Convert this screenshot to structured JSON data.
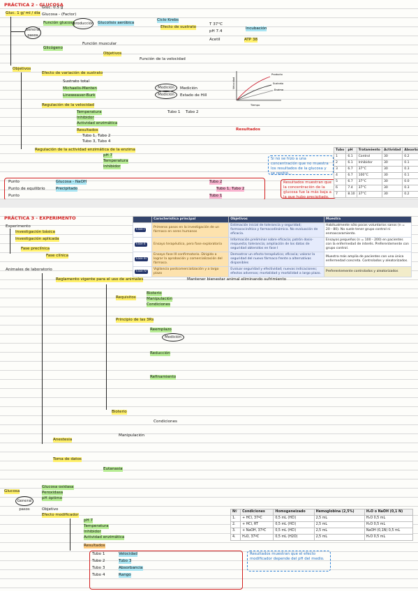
{
  "page1": {
    "heading": "PRÁCTICA 2 - GLUCOSA",
    "oval_general": "General pasos",
    "oval_prod": "producción",
    "items": [
      "Gluc. 1 g/ ml / día",
      "Gluc. 0.5 g",
      "Glucosa - (Factor)",
      "Función glucosa",
      "Glucolisis aeróbica",
      "Ciclo Krebs",
      "Glicógeno",
      "Función muscular",
      "Objetivos",
      "Efecto de variación de sustrato",
      "Regulación de la velocidad",
      "Regulación de la actividad enzimática de la enzima"
    ],
    "notes": [
      "T 37°C",
      "pH 7.4",
      "Incubación",
      "Acetil",
      "ATP 38",
      "Efecto de sustrato",
      "Medición",
      "Resultados",
      "Estado de Hill",
      "Michaelis-Menten",
      "Lineweaver-Burk",
      "Sustrato total",
      "Tubo 1",
      "Tubo 2",
      "Tubo 3",
      "Tubo 4",
      "pH 7",
      "Temperatura",
      "Inhibidor",
      "Actividad enzimática",
      "Velocidad",
      "Punto de equilibrio",
      "Punto",
      "Glucosa - NaOH",
      "Precipitado",
      "Tubo 1, Tubo 2",
      "Tubo 3, Tubo 4",
      "Tubo 2",
      "Tubo 1",
      "Tubo 3",
      "Absorbancia",
      "Función de la velocidad",
      "Rango"
    ],
    "redbox_text": "Resultados",
    "bluebox_text": "Si no se hizo a una concentración que no muestra los resultados de la glucosa y se repitió...",
    "bluebox2_text": "Resultados muestran que la concentración de la glucosa fue la más baja a la que hubo precipitado.",
    "side_red": "Resultados",
    "graph": {
      "y_label": "Velocidad",
      "x_label": "Tiempo",
      "series": [
        "Producto",
        "Sustrato",
        "Enzima"
      ]
    },
    "table_headers": [
      "Tubo",
      "pH",
      "Tratamiento",
      "Actividad",
      "Absorbancia"
    ],
    "table_rows": [
      [
        "1",
        "6.1",
        "Control",
        "30",
        "0.2"
      ],
      [
        "2",
        "6.1",
        "Inhibidor",
        "30",
        "0.1"
      ],
      [
        "3",
        "6.7",
        "37°C",
        "30",
        "0.3"
      ],
      [
        "4",
        "6.7",
        "100°C",
        "30",
        "0.1"
      ],
      [
        "5",
        "6.7",
        "37°C",
        "30",
        "0.0"
      ],
      [
        "6",
        "7.4",
        "37°C",
        "30",
        "0.3"
      ],
      [
        "7",
        "8.10",
        "37°C",
        "30",
        "0.2"
      ]
    ]
  },
  "page2": {
    "heading": "PRÁCTICA 3 - EXPERIMENTO",
    "left_items": [
      "Experimento",
      "Investigación básica",
      "Investigación aplicada",
      "Fase clínica",
      "Fase preclínica"
    ],
    "phase_table": {
      "headers": [
        "",
        "Característica principal",
        "Objetivos",
        "Muestra"
      ],
      "rows": [
        {
          "phase": "Fase I",
          "feature": "Primeros pasos en la investigación de un fármaco en seres humanos",
          "objective": "Estimación inicial de tolerancia y seguridad; farmacocinética y farmacodinámica. No evaluación de eficacia.",
          "sample": "Habitualmente sólo pocos voluntarios sanos (n = 20 - 80). No suele tener grupo control ni enmascaramiento."
        },
        {
          "phase": "Fase II",
          "feature": "Ensayo terapéutico, pero fase exploratoria",
          "objective": "Información preliminar sobre eficacia; patrón dosis-respuesta; tolerancia; ampliación de los datos de seguridad obtenidos en fase I",
          "sample": "Ensayos pequeños (n = 100 - 200) en pacientes con la enfermedad de interés. Preferentemente con grupo control."
        },
        {
          "phase": "Fase III",
          "feature": "Ensayo fase III confirmatorio. Dirigido a lograr la aprobación y comercialización del fármaco.",
          "objective": "Demostrar un efecto terapéutico; eficacia; valorar la seguridad del nuevo fármaco frente a alternativas disponibles",
          "sample": "Muestra más amplia de pacientes con una única enfermedad concreta. Controlados y aleatorizados."
        },
        {
          "phase": "Fase IV",
          "feature": "Vigilancia postcomercialización y a largo plazo",
          "objective": "Evaluar seguridad y efectividad; nuevas indicaciones; efectos adversos; mortalidad y morbilidad a largo plazo.",
          "sample": "Preferentemente controlados y aleatorizados"
        }
      ]
    },
    "modelo_title": "Animales de laboratorio",
    "modelo_items": [
      "Reglamento vigente para el uso de animales",
      "Mantener bienestar animal eliminando sufrimiento",
      "Requisitos",
      "Principio de las 3Rs",
      "Reemplazo",
      "Reducción",
      "Refinamiento",
      "Bioterio",
      "Anestesia",
      "Eutanasia",
      "Toma de datos",
      "Manipulación",
      "Condiciones"
    ],
    "glucose_section": {
      "heading": "Glucosa",
      "items": [
        "Glucosa oxidasa",
        "Peroxidasa",
        "pH óptimo",
        "Objetivo",
        "Efecto modificador",
        "Resultados"
      ]
    },
    "table2": {
      "headers": [
        "Nº",
        "Condiciones",
        "Homogeneizado",
        "Hemoglobina (2,5%)",
        "H₂O o NaOH (0,1 N)"
      ],
      "rows": [
        [
          "1.",
          "+ HCl, 37ºC",
          "0,5 mL (HCl)",
          "2,5 mL",
          "H₂O 0,5 mL"
        ],
        [
          "2.",
          "+ HCl, RT",
          "0,5 mL (HCl)",
          "2,5 mL",
          "H₂O 0,5 mL"
        ],
        [
          "3.",
          "+ NaOH, 37ºC",
          "0,5 mL (HCl)",
          "2,5 mL",
          "NaOH (0,1N) 0,5 mL"
        ],
        [
          "4.",
          "H₂O, 37ºC",
          "0,5 mL (H2O)",
          "2,5 mL",
          "H₂O 0,5 mL"
        ]
      ]
    },
    "redbox_text": "Resultados",
    "bluebox_text": "Resultados muestran que el efecto modificador depende del pH del medio."
  },
  "colors": {
    "yellow": "#fff06a",
    "green": "#b6ec93",
    "cyan": "#a8e4f2",
    "orange": "#ffcb7d",
    "red": "#d21d1d",
    "blue": "#2b7fd6"
  }
}
